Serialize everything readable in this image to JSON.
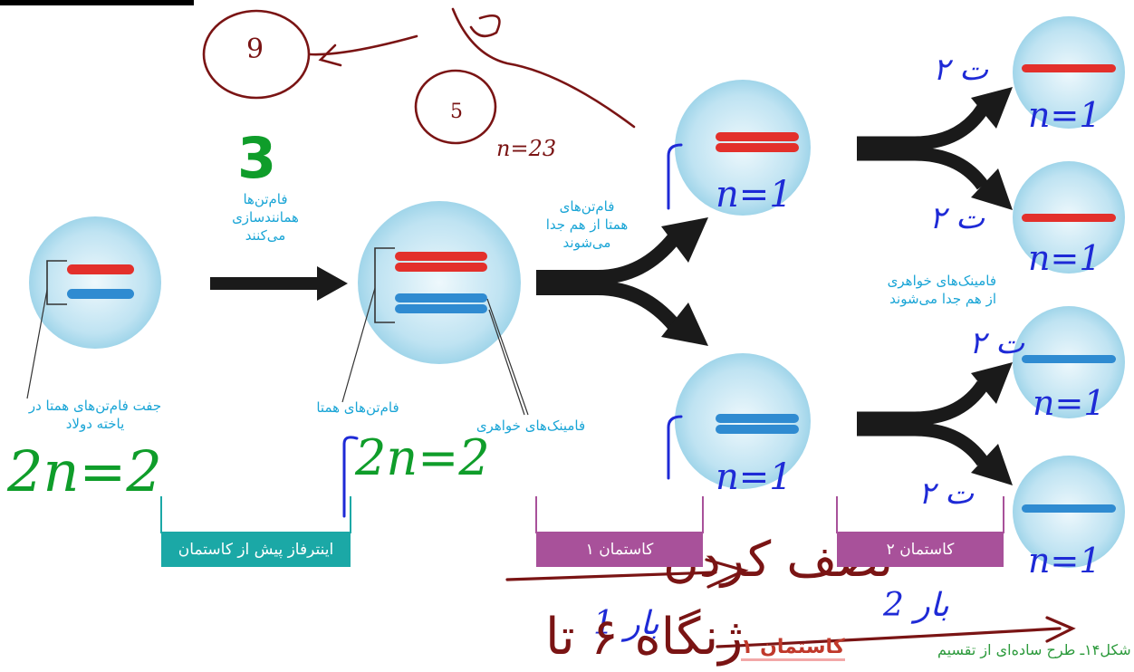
{
  "labels": {
    "replication": [
      "فام‌تن‌ها",
      "همانندسازی",
      "می‌کنند"
    ],
    "separation1": [
      "فام‌تن‌های",
      "همتا از هم جدا",
      "می‌شوند"
    ],
    "separation2": [
      "فامینک‌های خواهری",
      "از هم جدا می‌شوند"
    ],
    "homolog_pair": [
      "جفت فام‌تن‌های همتا در",
      "یاخته دولاد"
    ],
    "homologs": "فام‌تن‌های همتا",
    "sisters": "فامینک‌های خواهری"
  },
  "phases": {
    "interphase": "اینترفاز پیش از کاستمان",
    "meiosis1": "کاستمان ۱",
    "meiosis2": "کاستمان ۲"
  },
  "caption": {
    "main": "شکل۱۴ـ طرح ساده‌ای از تقسیم",
    "highlight": "کاستمان ۱"
  },
  "handwriting": {
    "green_three": "3",
    "two_n_green": "2n=2",
    "two_n_blue": "2n=2",
    "n_eq_1": "n=1",
    "n23": "n=23",
    "nine": "9",
    "five": "5",
    "once": "1 بار",
    "twice": "2 بار",
    "red_phrase_1": "نصف کردن",
    "red_phrase_2": "ژنگاه ۶ تا",
    "blue_marks": "۲ ت"
  },
  "colors": {
    "cell_fill": "#bfe3f2",
    "red_chromosome": "#e3302b",
    "blue_chromosome": "#2f8bd1",
    "label_blue": "#1aa5d6",
    "teal": "#1ba8a6",
    "purple": "#a8519a",
    "ink_green": "#0f9d2a",
    "ink_red": "#7a1414",
    "ink_blue": "#1e2ad6"
  }
}
